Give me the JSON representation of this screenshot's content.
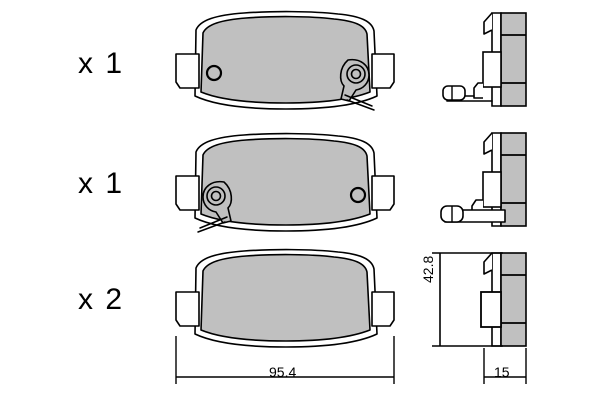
{
  "drawing": {
    "type": "brake-pad-set-technical-drawing",
    "background_color": "#ffffff",
    "line_color": "#000000",
    "pad_fill_color": "#c0c0c0",
    "tab_fill_color": "#ffffff"
  },
  "quantities": [
    {
      "id": "row-1",
      "label": "x 1"
    },
    {
      "id": "row-2",
      "label": "x 1"
    },
    {
      "id": "row-3",
      "label": "x 2"
    }
  ],
  "dimensions": {
    "width": "95.4",
    "height": "42.8",
    "thickness": "15"
  },
  "pads": [
    {
      "id": "pad-top",
      "quantity": "x 1",
      "sensor_side": "right",
      "has_wear_sensor": true,
      "has_plain_hole": true,
      "plain_hole_side": "left"
    },
    {
      "id": "pad-middle",
      "quantity": "x 1",
      "sensor_side": "left",
      "has_wear_sensor": true,
      "has_plain_hole": true,
      "plain_hole_side": "right"
    },
    {
      "id": "pad-bottom",
      "quantity": "x 2",
      "sensor_side": "none",
      "has_wear_sensor": false,
      "has_plain_hole": false,
      "plain_hole_side": "none"
    }
  ],
  "side_views": [
    {
      "id": "side-view-top",
      "has_sensor_wire": true
    },
    {
      "id": "side-view-middle",
      "has_sensor_wire": true
    },
    {
      "id": "side-view-bottom",
      "has_sensor_wire": false
    }
  ]
}
